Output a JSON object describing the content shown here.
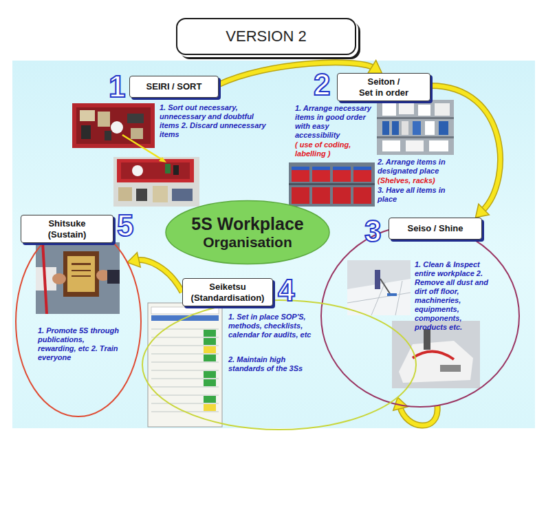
{
  "diagram": {
    "title": "VERSION 2",
    "nodes": [
      {
        "text": [
          "SEIRI / SORT"
        ]
      },
      {
        "text": [
          "Seiton / Set in order"
        ]
      },
      {
        "text": [
          "1. Clean & Inspect entire workplace 2. Remove all dust and dirt off floor, machineries, equipments, components, products etc."
        ]
      },
      {
        "text": [
          "Seiso / Shine"
        ],
        "in": 2
      },
      {
        "text": [
          "1. Set in place SOP'S, methods, checklists, calendar for audits, etc",
          "2. Maintain high standards of the 3Ss"
        ]
      },
      {
        "text": [
          "Seiketsu (Standardisation)"
        ],
        "in": 4
      },
      {
        "text": [
          "1. Promote 5S through publications, rewarding, etc 2. Train everyone"
        ]
      },
      {
        "text": [
          "Shitsuke (Sustain)"
        ],
        "in": 6
      },
      {
        "text": [
          "5S Workplace",
          "Organisation"
        ]
      }
    ],
    "edges": [
      {
        "from": 0,
        "to": 1,
        "arrow": "to"
      },
      {
        "from": 1,
        "to": 3,
        "arrow": "to"
      },
      {
        "from": 2,
        "to": 4,
        "arrow": "to"
      },
      {
        "from": 5,
        "to": 6,
        "arrow": "to"
      }
    ],
    "labels": [
      "1",
      "1. Sort out necessary, unnecessary and doubtful items 2. Discard unnecessary items",
      "2",
      "1. Arrange necessary items in good order with easy accessibility",
      "( use of coding, labelling )",
      "2. Arrange items in designated place",
      "(Shelves, racks)",
      "3. Have all items in place",
      "3",
      "4",
      "5"
    ]
  }
}
